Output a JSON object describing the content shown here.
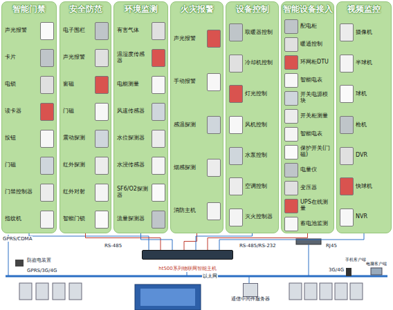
{
  "diagram": {
    "nodes": [
      {
        "text": [
          "智能门禁"
        ]
      },
      {
        "text": [
          "声光报警"
        ],
        "in": 0
      },
      {
        "text": [
          "卡片"
        ],
        "in": 0
      },
      {
        "text": [
          "电锁"
        ],
        "in": 0
      },
      {
        "text": [
          "读卡器"
        ],
        "in": 0
      },
      {
        "text": [
          "按钮"
        ],
        "in": 0
      },
      {
        "text": [
          "门磁"
        ],
        "in": 0
      },
      {
        "text": [
          "门禁控制器"
        ],
        "in": 0
      },
      {
        "text": [
          "指纹机"
        ],
        "in": 0
      },
      {
        "text": [
          "安全防范"
        ]
      },
      {
        "text": [
          "电子围栏"
        ],
        "in": 9
      },
      {
        "text": [
          "声光报警"
        ],
        "in": 9
      },
      {
        "text": [
          "窗磁"
        ],
        "in": 9
      },
      {
        "text": [
          "门磁"
        ],
        "in": 9
      },
      {
        "text": [
          "震动探测"
        ],
        "in": 9
      },
      {
        "text": [
          "红外探测"
        ],
        "in": 9
      },
      {
        "text": [
          "红外对射"
        ],
        "in": 9
      },
      {
        "text": [
          "智能门锁"
        ],
        "in": 9
      },
      {
        "text": [
          "环境监测"
        ]
      },
      {
        "text": [
          "有害气体"
        ],
        "in": 18
      },
      {
        "text": [
          "温湿度传感器"
        ],
        "in": 18
      },
      {
        "text": [
          "电能测量"
        ],
        "in": 18
      },
      {
        "text": [
          "风速传感器"
        ],
        "in": 18
      },
      {
        "text": [
          "水位探测器"
        ],
        "in": 18
      },
      {
        "text": [
          "水浸传感器"
        ],
        "in": 18
      },
      {
        "text": [
          "SF6/O2探测器"
        ],
        "in": 18
      },
      {
        "text": [
          "流量探测器"
        ],
        "in": 18
      },
      {
        "text": [
          "火灾报警"
        ]
      },
      {
        "text": [
          "声光报警"
        ],
        "in": 27
      },
      {
        "text": [
          "手动报警"
        ],
        "in": 27
      },
      {
        "text": [
          "感温探测"
        ],
        "in": 27
      },
      {
        "text": [
          "烟感探测"
        ],
        "in": 27
      },
      {
        "text": [
          "消防主机"
        ],
        "in": 27
      },
      {
        "text": [
          "设备控制"
        ]
      },
      {
        "text": [
          "取暖器控制"
        ],
        "in": 33
      },
      {
        "text": [
          "冷却机控制"
        ],
        "in": 33
      },
      {
        "text": [
          "灯光控制"
        ],
        "in": 33
      },
      {
        "text": [
          "风机控制"
        ],
        "in": 33
      },
      {
        "text": [
          "水泵控制"
        ],
        "in": 33
      },
      {
        "text": [
          "空调控制"
        ],
        "in": 33
      },
      {
        "text": [
          "灭火控制器"
        ],
        "in": 33
      },
      {
        "text": [
          "智能设备接入"
        ]
      },
      {
        "text": [
          "配电柜"
        ],
        "in": 41
      },
      {
        "text": [
          "暖通控制"
        ],
        "in": 41
      },
      {
        "text": [
          "环网柜DTU"
        ],
        "in": 41
      },
      {
        "text": [
          "智能电表"
        ],
        "in": 41
      },
      {
        "text": [
          "开关电源模块"
        ],
        "in": 41
      },
      {
        "text": [
          "开关柜测量"
        ],
        "in": 41
      },
      {
        "text": [
          "智能电表"
        ],
        "in": 41
      },
      {
        "text": [
          "保护开关(门磁)"
        ],
        "in": 41
      },
      {
        "text": [
          "电量仪"
        ],
        "in": 41
      },
      {
        "text": [
          "变压器"
        ],
        "in": 41
      },
      {
        "text": [
          "UPS在线测量"
        ],
        "in": 41
      },
      {
        "text": [
          "蓄电池监测"
        ],
        "in": 41
      },
      {
        "text": [
          "视频监控"
        ]
      },
      {
        "text": [
          "摄像机"
        ],
        "in": 54
      },
      {
        "text": [
          "半球机"
        ],
        "in": 54
      },
      {
        "text": [
          "球机"
        ],
        "in": 54
      },
      {
        "text": [
          "枪机"
        ],
        "in": 54
      },
      {
        "text": [
          "DVR"
        ],
        "in": 54
      },
      {
        "text": [
          "快球机"
        ],
        "in": 54
      },
      {
        "text": [
          "NVR"
        ],
        "in": 54
      },
      {
        "text": [
          "ht500系列物联网智能主机"
        ]
      },
      {
        "text": [
          "通信中间件服务器"
        ]
      }
    ],
    "edges": [
      {
        "from": 0,
        "to": 62,
        "arrow": "none"
      },
      {
        "from": 9,
        "to": 62,
        "arrow": "none"
      },
      {
        "from": 18,
        "to": 62,
        "arrow": "none"
      },
      {
        "from": 27,
        "to": 62,
        "arrow": "none"
      },
      {
        "from": 33,
        "to": 62,
        "arrow": "none"
      },
      {
        "from": 41,
        "to": 62,
        "arrow": "none"
      },
      {
        "from": 54,
        "to": 62,
        "arrow": "none"
      }
    ],
    "labels": [
      "GPRS/CDMA",
      "RS-485",
      "RS-485/RS-232",
      "RJ45",
      "防盗电装置",
      "GPRS/3G/4G",
      "以太网",
      "3G/4G",
      "手机客户端",
      "电脑客户端"
    ]
  }
}
